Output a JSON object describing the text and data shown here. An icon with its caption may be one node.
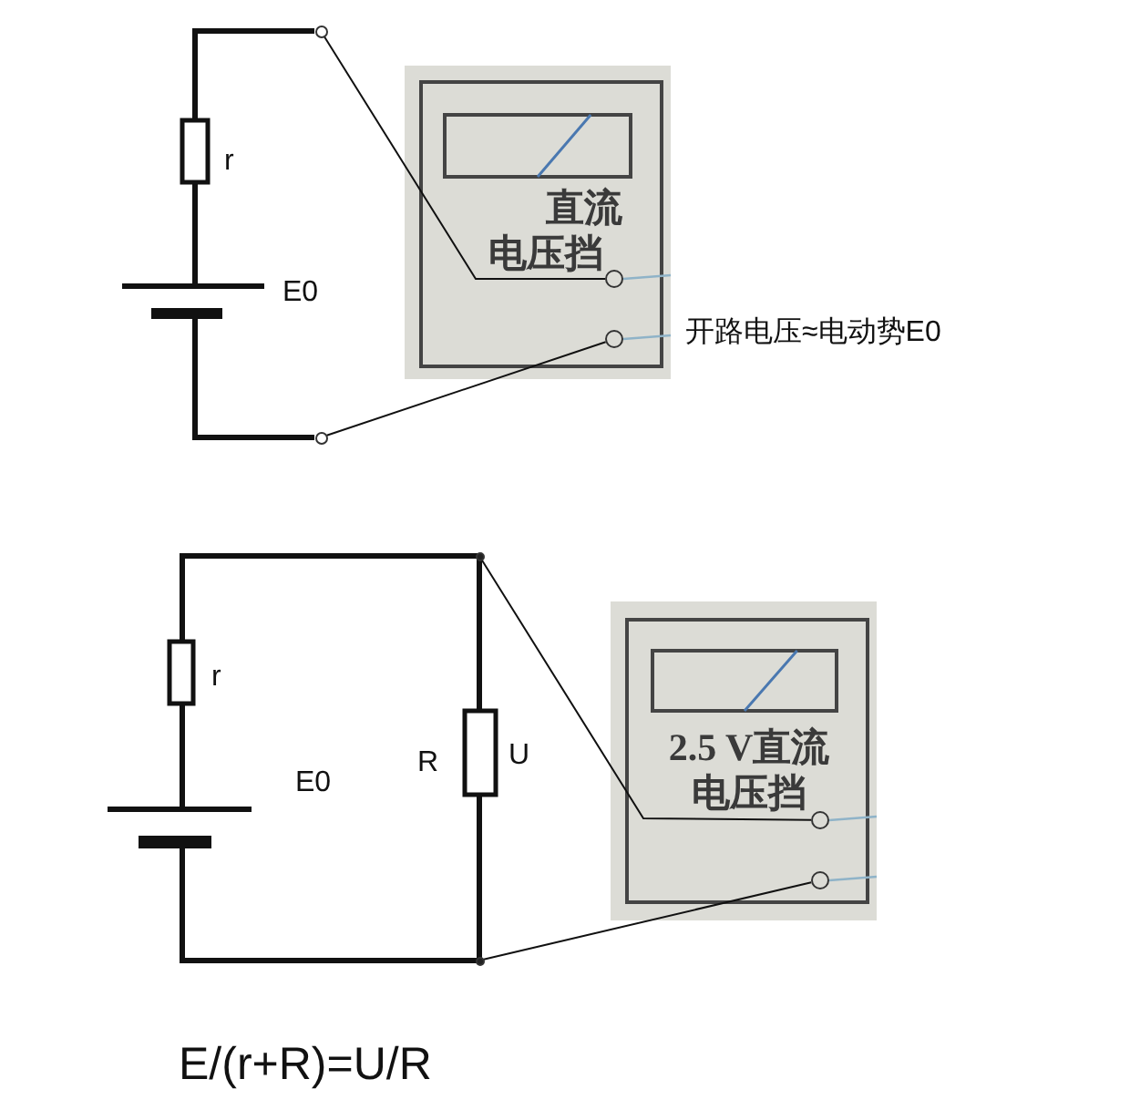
{
  "diagram": {
    "nodes": [
      {
        "text": [
          "直流电压挡"
        ]
      },
      {
        "text": [],
        "shape": "circle",
        "in": 0
      },
      {
        "text": [],
        "shape": "circle",
        "in": 0
      },
      {
        "text": [],
        "shape": "circle"
      },
      {
        "text": [],
        "shape": "circle"
      },
      {
        "text": [
          "2.5 V直流电压挡"
        ]
      },
      {
        "text": [],
        "shape": "circle",
        "in": 5
      },
      {
        "text": [],
        "shape": "circle",
        "in": 5
      },
      {
        "text": [],
        "shape": "circle"
      },
      {
        "text": [],
        "shape": "circle"
      }
    ],
    "edges": [
      {
        "from": 3,
        "to": 1,
        "arrow": "none"
      },
      {
        "from": 4,
        "to": 2,
        "arrow": "none"
      },
      {
        "from": 8,
        "to": 6,
        "arrow": "none"
      },
      {
        "from": 9,
        "to": 7,
        "arrow": "none"
      }
    ],
    "labels": [
      "r",
      "E0",
      "开路电压≈电动势E0",
      "r",
      "E0",
      "R",
      "U",
      "E/(r+R)=U/R"
    ]
  }
}
